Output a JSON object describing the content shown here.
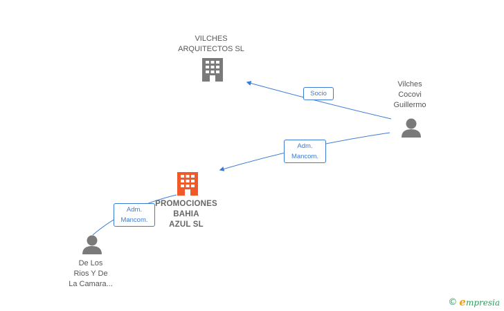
{
  "nodes": {
    "vilches_arquitectos": {
      "label": "VILCHES\nARQUITECTOS SL",
      "type": "company",
      "color": "#7a7a7a"
    },
    "promociones_bahia": {
      "label": "PROMOCIONES\nBAHIA\nAZUL  SL",
      "type": "company-main",
      "color": "#f05a2a"
    },
    "vilches_cocovi": {
      "label": "Vilches\nCocovi\nGuillermo",
      "type": "person",
      "color": "#7a7a7a"
    },
    "de_los_rios": {
      "label": "De Los\nRios Y De\nLa Camara...",
      "type": "person",
      "color": "#7a7a7a"
    }
  },
  "edges": {
    "socio": {
      "label": "Socio",
      "from": "Vilches Cocovi Guillermo",
      "to": "VILCHES ARQUITECTOS SL"
    },
    "adm_vilches": {
      "label": "Adm.\nMancom.",
      "from": "Vilches Cocovi Guillermo",
      "to": "PROMOCIONES BAHIA AZUL SL"
    },
    "adm_rios": {
      "label": "Adm.\nMancom.",
      "from": "De Los Rios Y De La Camara...",
      "to": "PROMOCIONES BAHIA AZUL SL"
    }
  },
  "colors": {
    "edge": "#3a7bd5",
    "icon_gray": "#7a7a7a",
    "icon_main": "#f05a2a"
  },
  "watermark": {
    "copyright": "©",
    "brand_initial": "e",
    "brand_rest": "mpresia"
  }
}
